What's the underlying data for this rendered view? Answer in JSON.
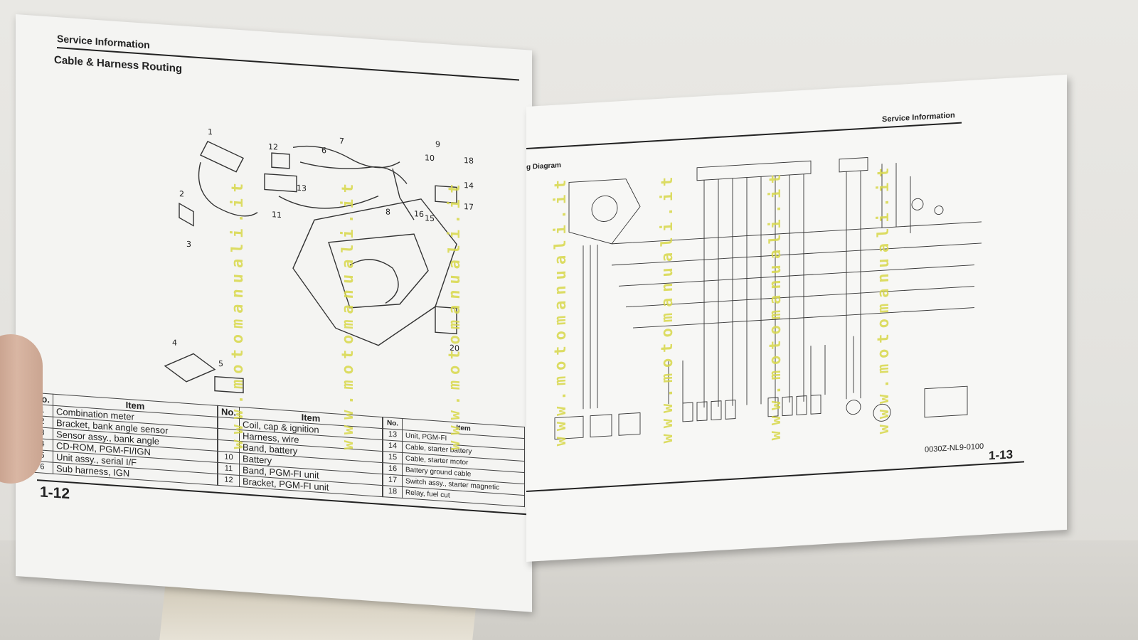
{
  "left_page": {
    "section": "Service Information",
    "title": "Cable & Harness Routing",
    "page_number": "1-12",
    "callouts": [
      "1",
      "2",
      "3",
      "4",
      "5",
      "6",
      "7",
      "8",
      "9",
      "10",
      "11",
      "12",
      "13",
      "14",
      "15",
      "16",
      "17",
      "18",
      "20"
    ],
    "table_headers": {
      "no": "No.",
      "item": "Item"
    },
    "table1": [
      {
        "no": "1",
        "item": "Combination meter"
      },
      {
        "no": "2",
        "item": "Bracket, bank angle sensor"
      },
      {
        "no": "3",
        "item": "Sensor assy., bank angle"
      },
      {
        "no": "4",
        "item": "CD-ROM, PGM-FI/IGN"
      },
      {
        "no": "5",
        "item": "Unit assy., serial I/F"
      },
      {
        "no": "6",
        "item": "Sub harness, IGN"
      }
    ],
    "table2": [
      {
        "no": "",
        "item": "Coil, cap & ignition"
      },
      {
        "no": "",
        "item": "Harness, wire"
      },
      {
        "no": "",
        "item": "Band, battery"
      },
      {
        "no": "10",
        "item": "Battery"
      },
      {
        "no": "11",
        "item": "Band, PGM-FI unit"
      },
      {
        "no": "12",
        "item": "Bracket, PGM-FI unit"
      }
    ],
    "table3": [
      {
        "no": "13",
        "item": "Unit, PGM-FI"
      },
      {
        "no": "14",
        "item": "Cable, starter battery"
      },
      {
        "no": "15",
        "item": "Cable, starter motor"
      },
      {
        "no": "16",
        "item": "Battery ground cable"
      },
      {
        "no": "17",
        "item": "Switch assy., starter magnetic"
      },
      {
        "no": "18",
        "item": "Relay, fuel cut"
      }
    ]
  },
  "right_page": {
    "section": "Service Information",
    "diagram_label": "g Diagram",
    "drawing_code": "0030Z-NL9-0100",
    "page_number": "1-13"
  },
  "watermark": "www.motomanuali.it",
  "colors": {
    "watermark": "#d8d84a",
    "paper": "#f4f4f2",
    "ink": "#222222"
  }
}
